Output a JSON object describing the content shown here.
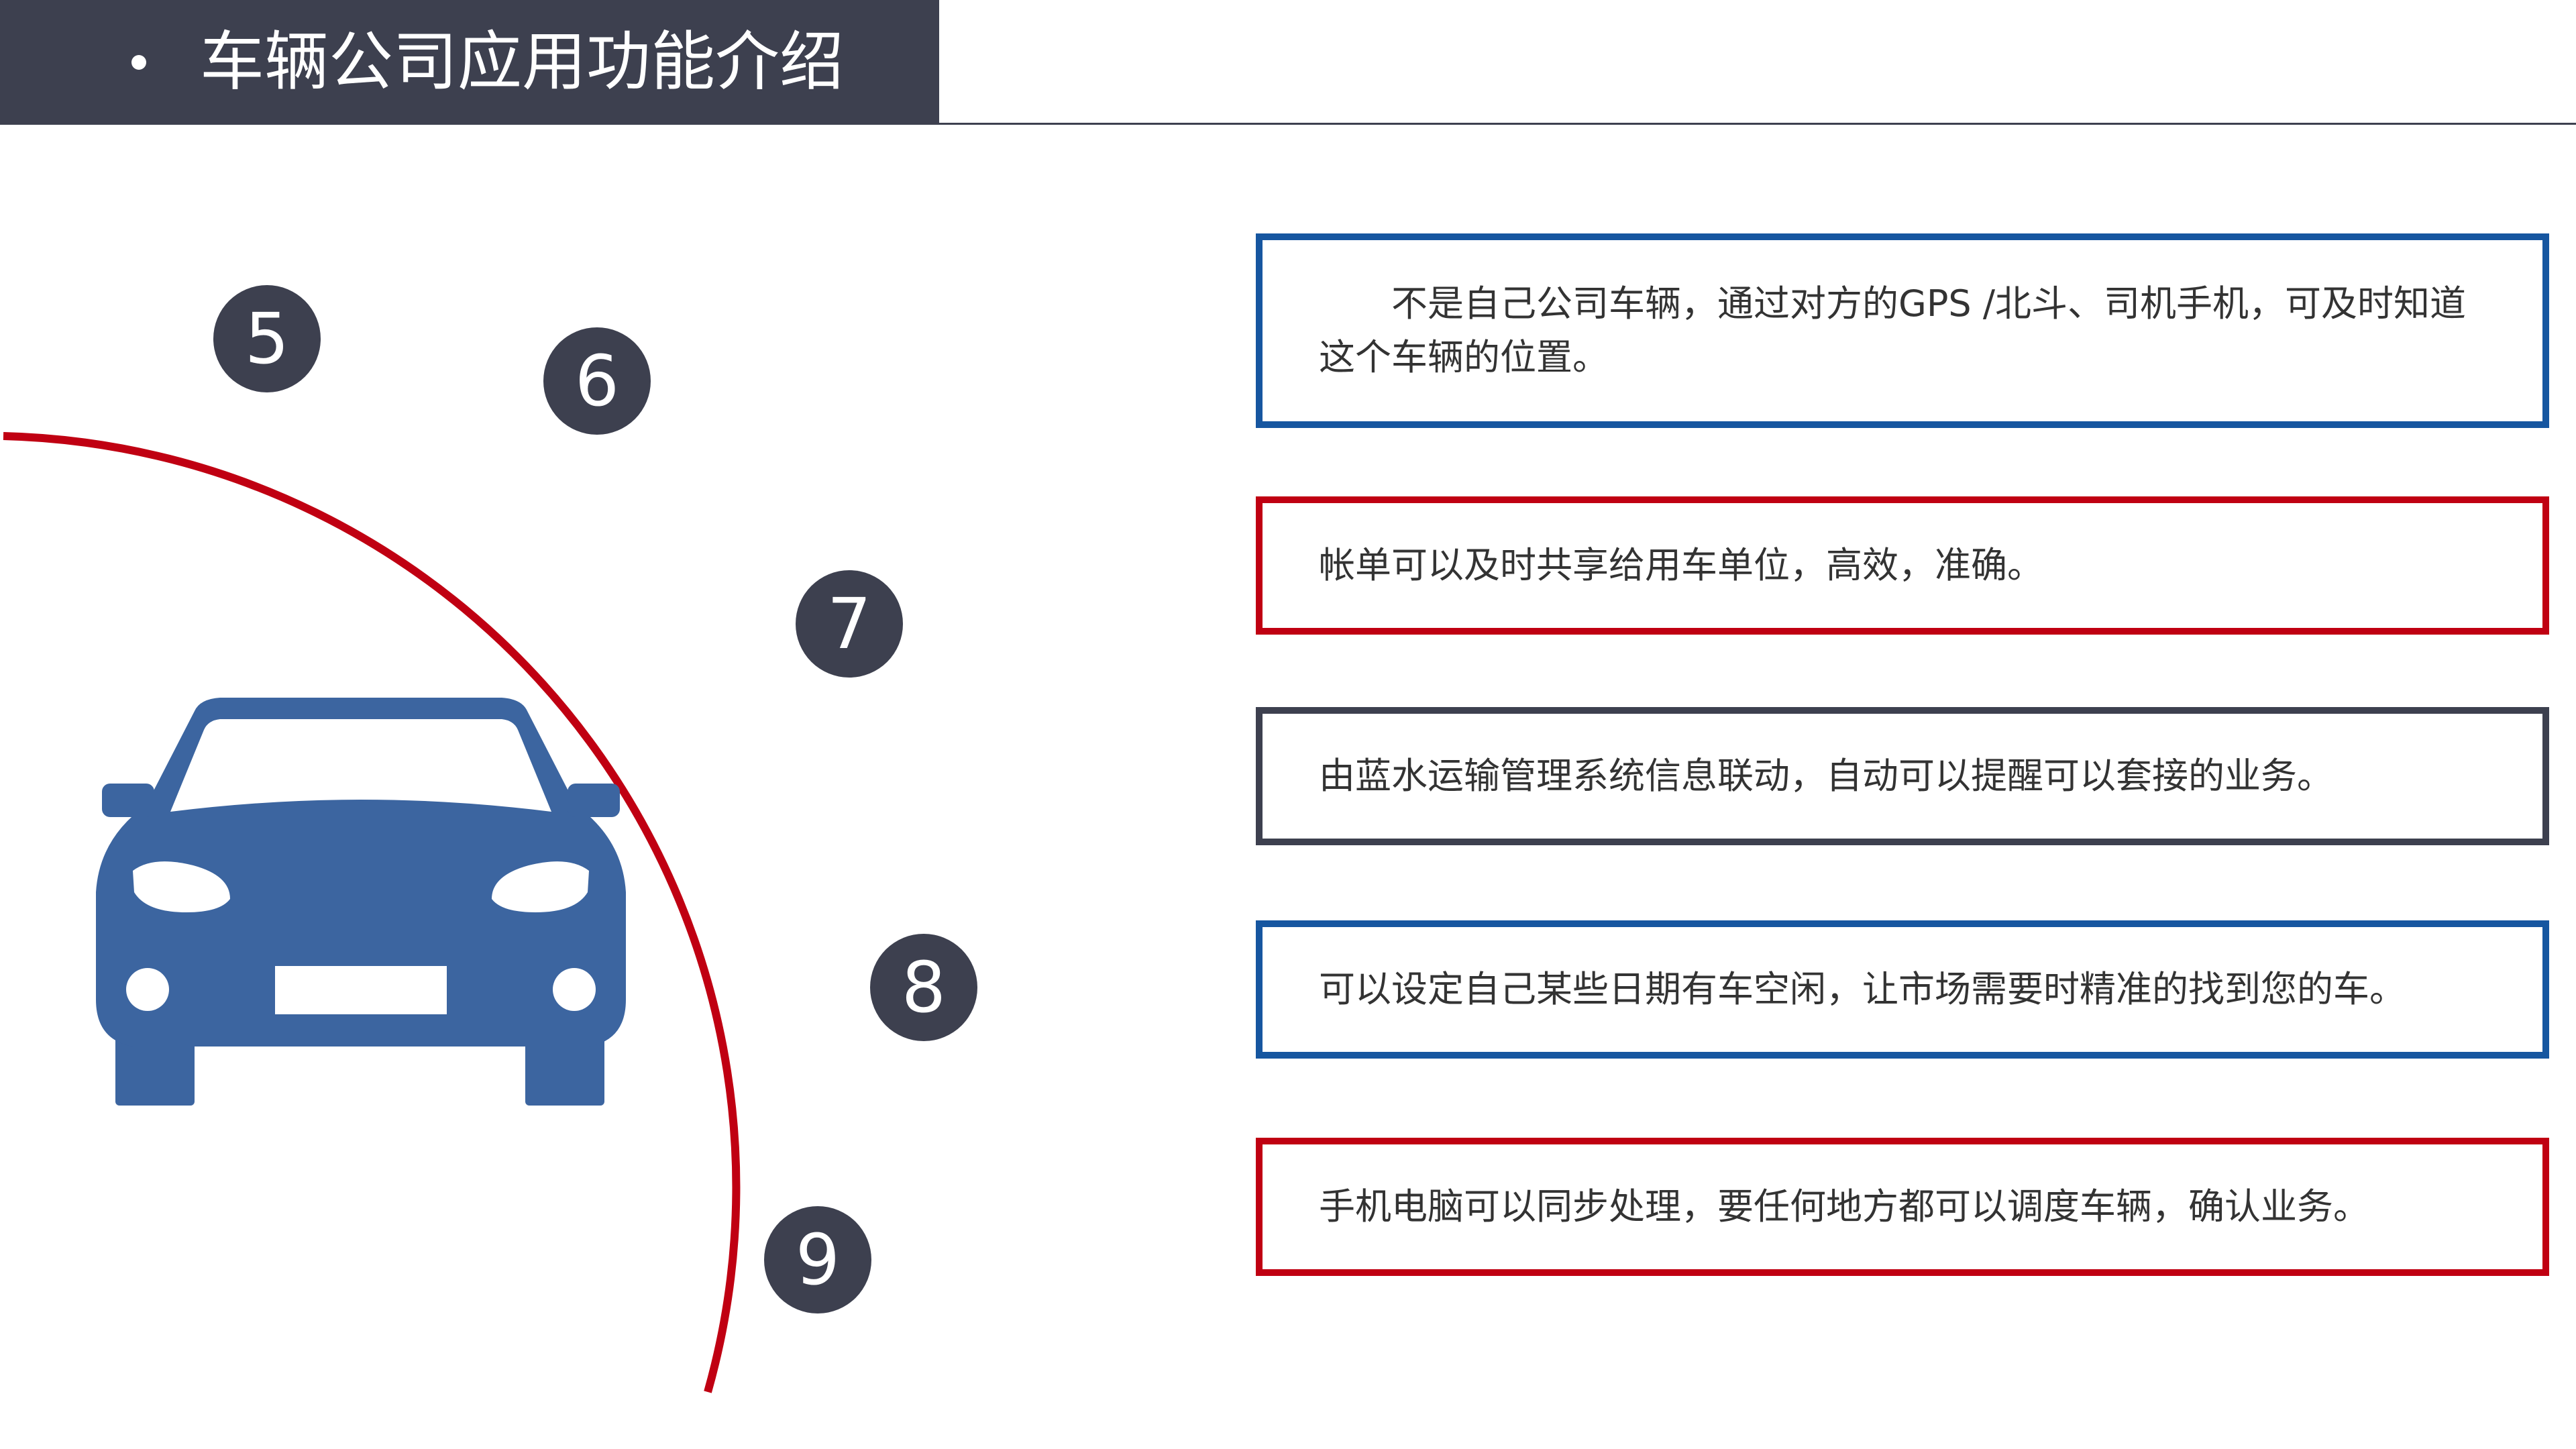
{
  "header": {
    "title": "车辆公司应用功能介绍"
  },
  "colors": {
    "header_bg": "#3d404f",
    "arc": "#c00012",
    "car": "#3c65a0",
    "box_blue": "#1656a0",
    "box_red": "#c00012",
    "box_dark": "#3d404f"
  },
  "steps": [
    {
      "number": "5"
    },
    {
      "number": "6"
    },
    {
      "number": "7"
    },
    {
      "number": "8"
    },
    {
      "number": "9"
    }
  ],
  "illustration": {
    "icon": "car-front-icon"
  },
  "features": [
    {
      "text": "不是自己公司车辆，通过对方的GPS /北斗、司机手机，可及时知道这个车辆的位置。",
      "border": "blue"
    },
    {
      "text": "帐单可以及时共享给用车单位，高效，准确。",
      "border": "red"
    },
    {
      "text": "由蓝水运输管理系统信息联动，自动可以提醒可以套接的业务。",
      "border": "dark"
    },
    {
      "text": "可以设定自己某些日期有车空闲，让市场需要时精准的找到您的车。",
      "border": "blue"
    },
    {
      "text": "手机电脑可以同步处理，要任何地方都可以调度车辆，确认业务。",
      "border": "red"
    }
  ]
}
